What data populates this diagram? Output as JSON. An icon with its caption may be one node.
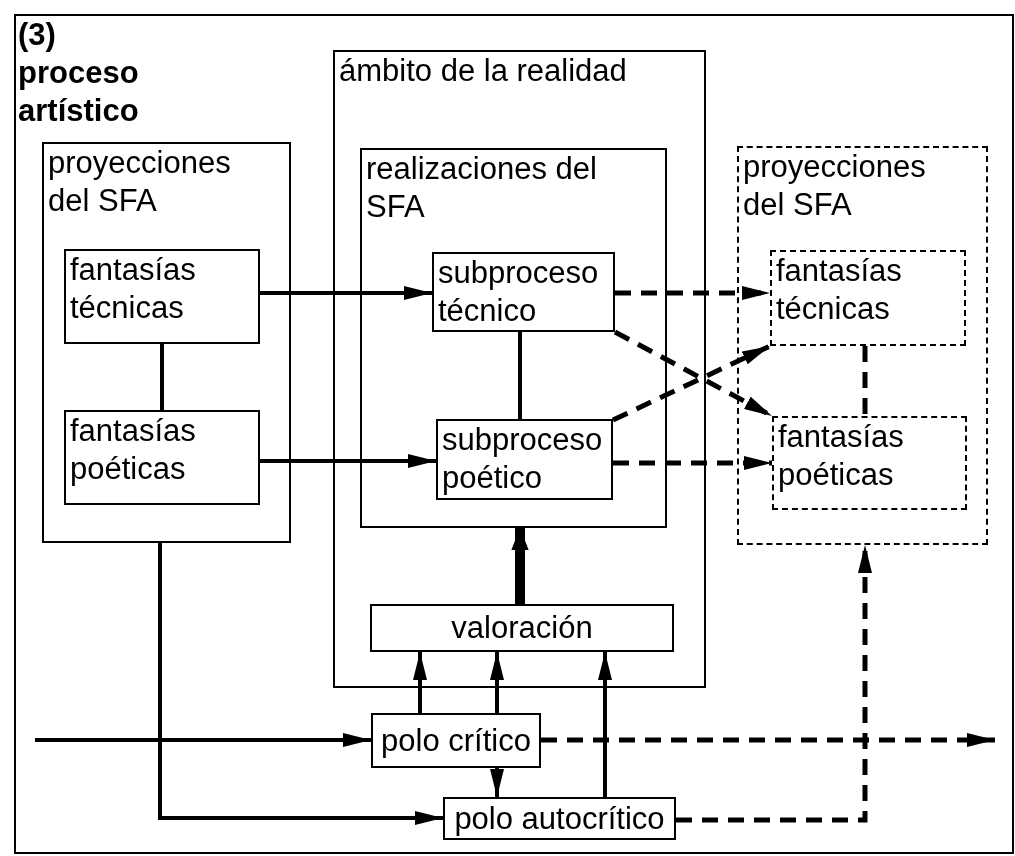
{
  "diagram": {
    "nodes": [
      {
        "text": [
          "(3) proceso artístico"
        ]
      },
      {
        "text": [
          "proyecciones del SFA"
        ],
        "in": 0
      },
      {
        "text": [
          "fantasías técnicas"
        ],
        "in": 1
      },
      {
        "text": [
          "fantasías poéticas"
        ],
        "in": 1
      },
      {
        "text": [
          "ámbito de la realidad"
        ],
        "in": 0
      },
      {
        "text": [
          "realizaciones del SFA"
        ],
        "in": 4
      },
      {
        "text": [
          "subproceso técnico"
        ],
        "in": 5
      },
      {
        "text": [
          "subproceso poético"
        ],
        "in": 5
      },
      {
        "text": [
          "valoración"
        ],
        "in": 4
      },
      {
        "text": [
          "proyecciones del SFA"
        ],
        "in": 0
      },
      {
        "text": [
          "fantasías técnicas"
        ],
        "in": 9
      },
      {
        "text": [
          "fantasías poéticas"
        ],
        "in": 9
      },
      {
        "text": [
          "polo crítico"
        ],
        "in": 0
      },
      {
        "text": [
          "polo autocrítico"
        ],
        "in": 0
      }
    ],
    "edges": [
      {
        "from": 2,
        "to": 6,
        "arrow": "to"
      },
      {
        "from": 2,
        "to": 3,
        "arrow": "none"
      },
      {
        "from": 3,
        "to": 7,
        "arrow": "to"
      },
      {
        "from": 6,
        "to": 7,
        "arrow": "none"
      },
      {
        "from": 6,
        "to": 10,
        "arrow": "to",
        "style": "dashed"
      },
      {
        "from": 6,
        "to": 11,
        "arrow": "to",
        "style": "dashed"
      },
      {
        "from": 7,
        "to": 10,
        "arrow": "to",
        "style": "dashed"
      },
      {
        "from": 7,
        "to": 11,
        "arrow": "to",
        "style": "dashed"
      },
      {
        "from": 10,
        "to": 11,
        "arrow": "none",
        "style": "dashed"
      },
      {
        "from": 8,
        "to": 5,
        "arrow": "to",
        "style": "thick"
      },
      {
        "from": 12,
        "to": 8,
        "arrow": "to"
      },
      {
        "from": 12,
        "to": 8,
        "arrow": "to"
      },
      {
        "from": 12,
        "to": 13,
        "arrow": "to"
      },
      {
        "from": 13,
        "to": 8,
        "arrow": "to"
      },
      {
        "from": null,
        "to": 12,
        "arrow": "to"
      },
      {
        "from": 12,
        "to": null,
        "arrow": "to",
        "style": "dashed"
      },
      {
        "from": 13,
        "to": 9,
        "arrow": "to",
        "style": "dashed"
      },
      {
        "from": 1,
        "to": 13,
        "arrow": "to"
      }
    ]
  }
}
